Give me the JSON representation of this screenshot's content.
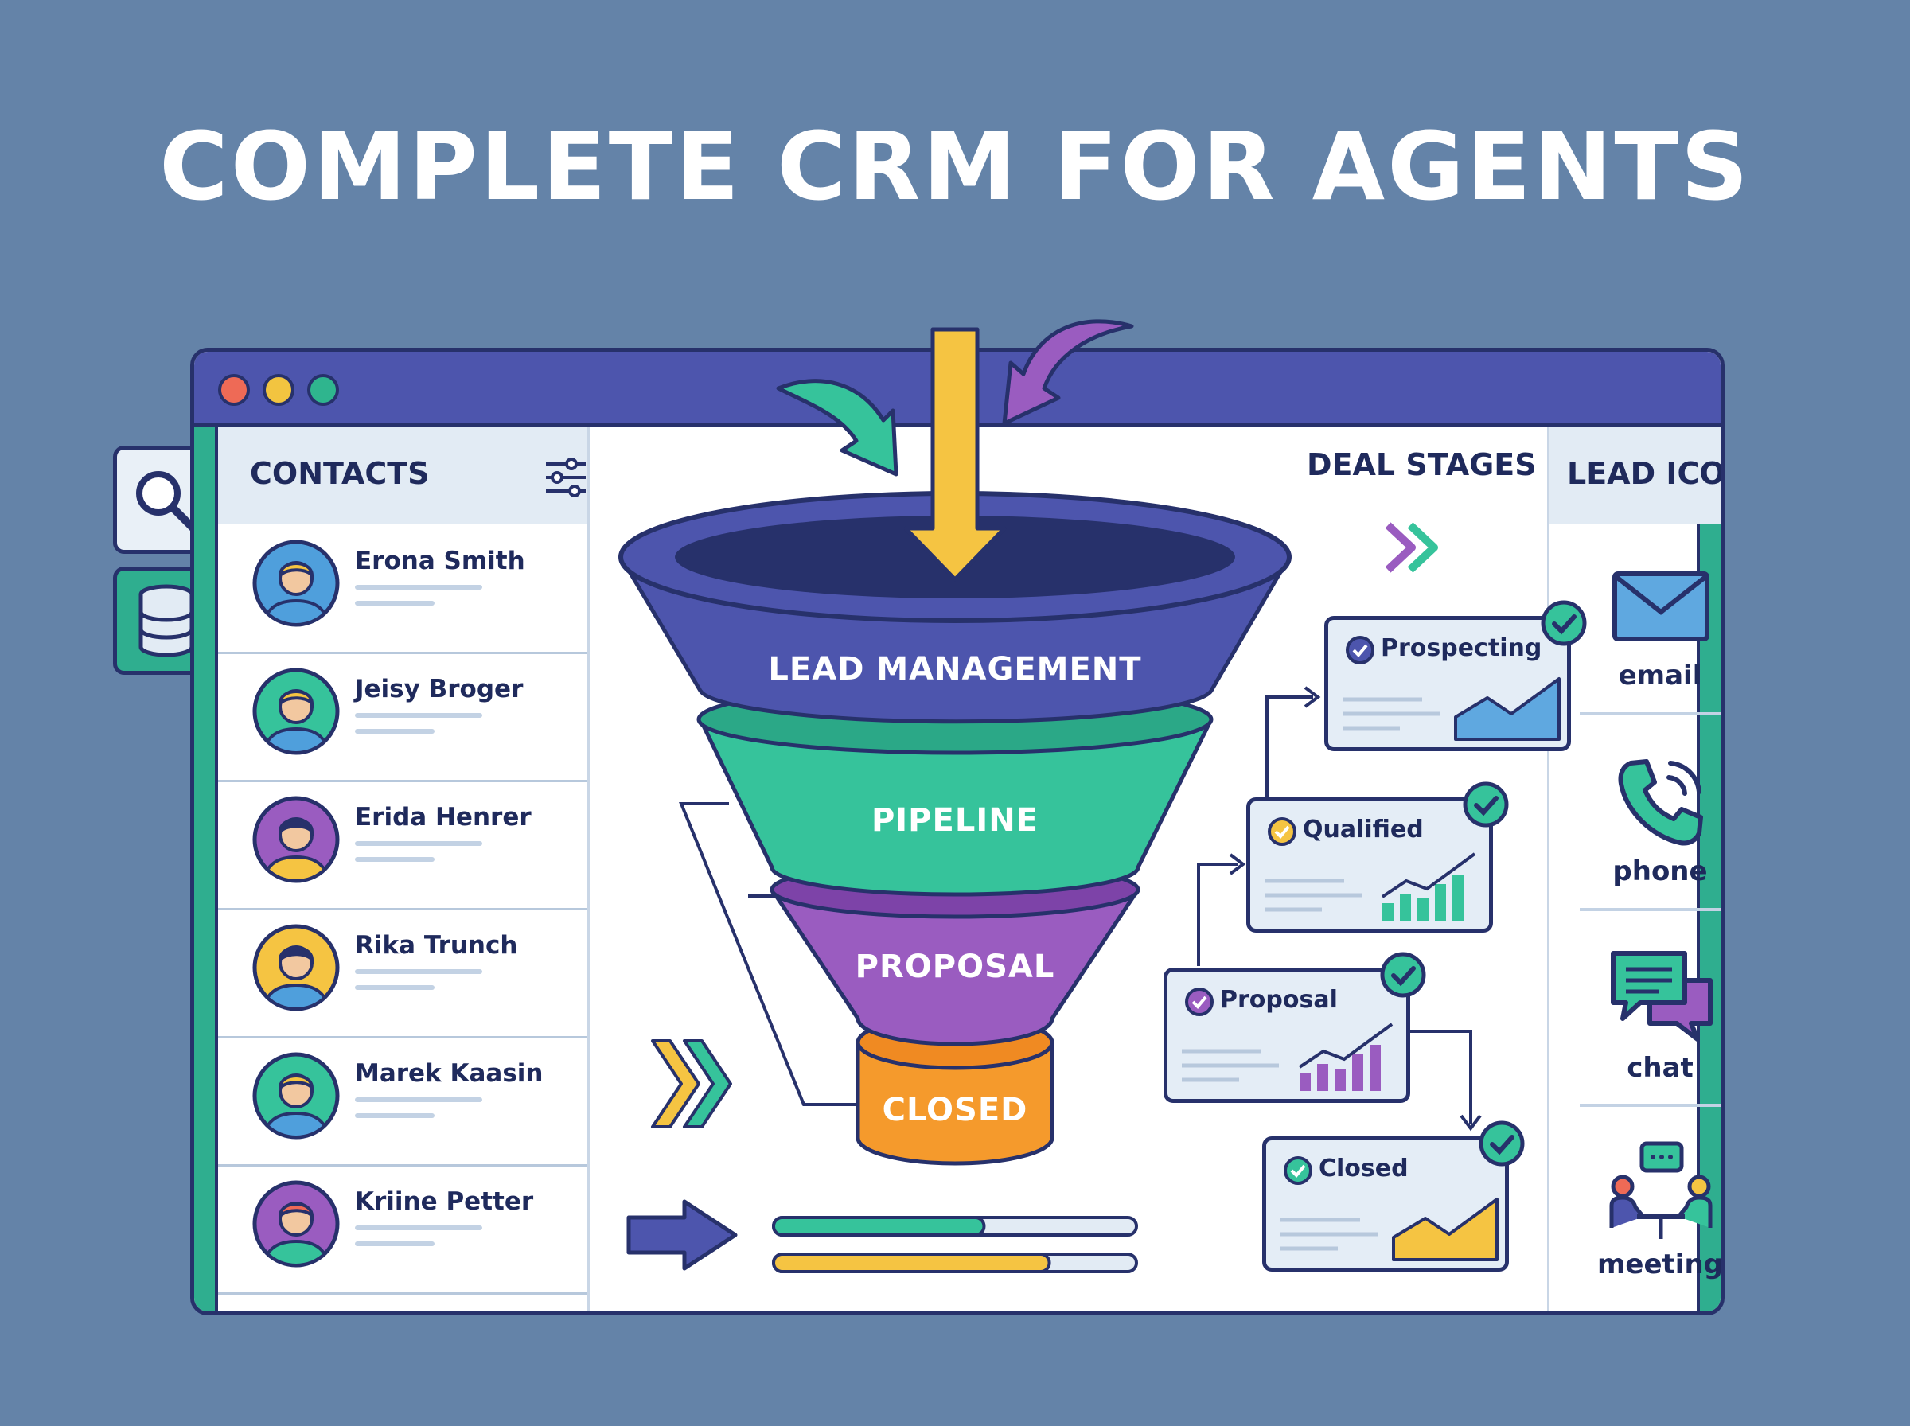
{
  "headline": "COMPLETE CRM FOR AGENTS",
  "window": {
    "dots": [
      "#ee6a56",
      "#f2c440",
      "#2fb58e"
    ]
  },
  "colors": {
    "navy": "#27316b",
    "indigo": "#4d55ad",
    "green": "#36c39b",
    "purple": "#9a5cc0",
    "orange": "#f59a2c",
    "yellow": "#f5c442",
    "blue": "#4f9fdc"
  },
  "contacts": {
    "title": "CONTACTS",
    "filter_icon": "sliders-icon",
    "items": [
      {
        "name": "Erona Smith",
        "avatar_bg": "#4f9fdc",
        "hair": "#f5c442",
        "shirt": "#4f9fdc"
      },
      {
        "name": "Jeisy Broger",
        "avatar_bg": "#36c39b",
        "hair": "#f5c442",
        "shirt": "#4f9fdc"
      },
      {
        "name": "Erida Henrer",
        "avatar_bg": "#9a5cc0",
        "hair": "#27316b",
        "shirt": "#f5c442"
      },
      {
        "name": "Rika Trunch",
        "avatar_bg": "#f5c442",
        "hair": "#27316b",
        "shirt": "#4f9fdc"
      },
      {
        "name": "Marek Kaasin",
        "avatar_bg": "#36c39b",
        "hair": "#f5c442",
        "shirt": "#4f9fdc"
      },
      {
        "name": "Kriine Petter",
        "avatar_bg": "#9a5cc0",
        "hair": "#ee6a56",
        "shirt": "#36c39b"
      }
    ]
  },
  "side_tabs": [
    "search-icon",
    "database-icon"
  ],
  "funnel": {
    "stages": [
      "LEAD MANAGEMENT",
      "PIPELINE",
      "PROPOSAL",
      "CLOSED"
    ]
  },
  "deal_stages": {
    "title": "DEAL STAGES",
    "cards": [
      {
        "label": "Prospecting",
        "check_color": "#4d55ad",
        "chart": "area",
        "chart_color": "#5fa8e0"
      },
      {
        "label": "Qualified",
        "check_color": "#f5c442",
        "chart": "bars",
        "chart_color": "#36c39b"
      },
      {
        "label": "Proposal",
        "check_color": "#9a5cc0",
        "chart": "bars",
        "chart_color": "#9a5cc0"
      },
      {
        "label": "Closed",
        "check_color": "#36c39b",
        "chart": "area",
        "chart_color": "#f5c442"
      }
    ]
  },
  "lead_icons": {
    "title": "LEAD ICONS",
    "items": [
      {
        "label": "email",
        "icon": "envelope-icon"
      },
      {
        "label": "phone",
        "icon": "phone-icon"
      },
      {
        "label": "chat",
        "icon": "chat-icon"
      },
      {
        "label": "meeting",
        "icon": "meeting-icon"
      }
    ]
  },
  "progress": {
    "bars": [
      {
        "value": 0.58,
        "color": "#36c39b"
      },
      {
        "value": 0.76,
        "color": "#f5c442"
      }
    ]
  }
}
